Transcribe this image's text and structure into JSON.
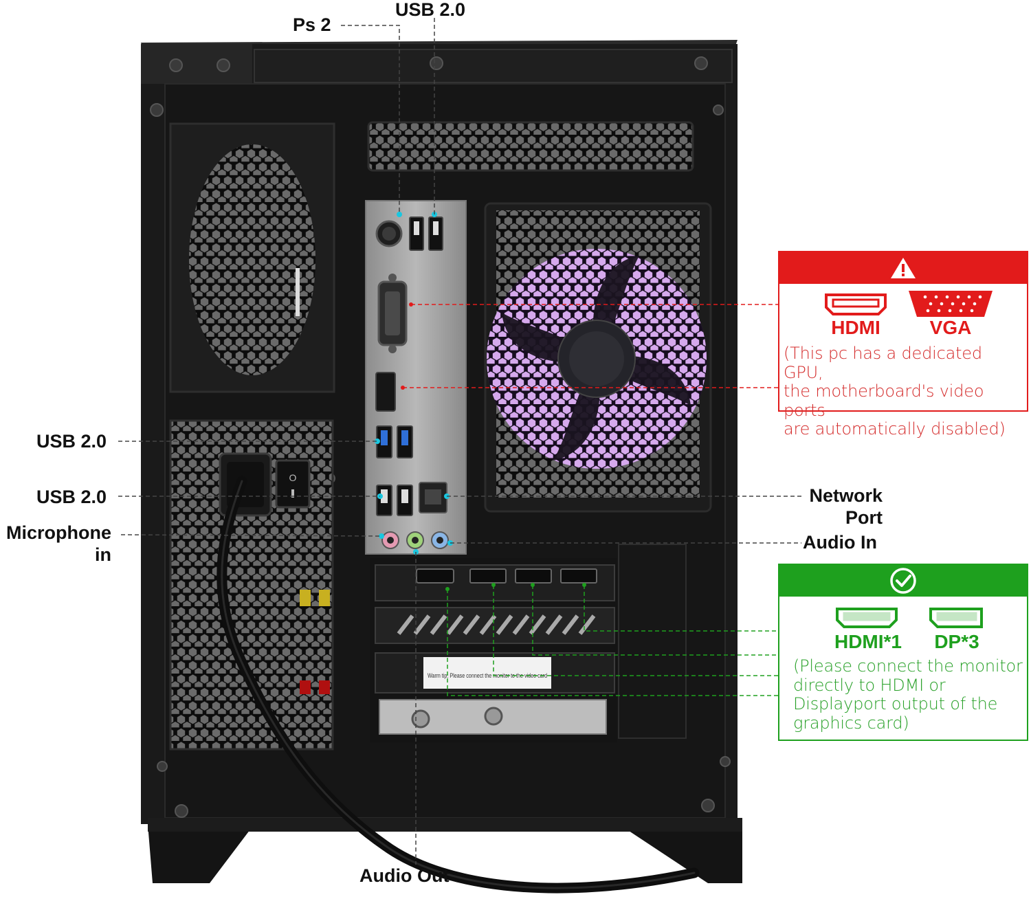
{
  "labels": {
    "ps2": "Ps 2",
    "usb_top": "USB 2.0",
    "usb_left_1": "USB 2.0",
    "usb_left_2": "USB 2.0",
    "microphone_line1": "Microphone",
    "microphone_line2": "in",
    "network_line1": "Network",
    "network_line2": "Port",
    "audio_in": "Audio In",
    "audio_out": "Audio Out"
  },
  "warning_box": {
    "icon": "warning-icon",
    "ports": [
      {
        "name": "HDMI",
        "icon": "hdmi-port-icon"
      },
      {
        "name": "VGA",
        "icon": "vga-port-icon"
      }
    ],
    "note_lines": [
      "(This pc has a dedicated GPU,",
      "the motherboard's video ports",
      "are automatically disabled)"
    ]
  },
  "ok_box": {
    "icon": "checkmark-icon",
    "ports": [
      {
        "name": "HDMI*1",
        "icon": "hdmi-port-icon"
      },
      {
        "name": "DP*3",
        "icon": "displayport-icon"
      }
    ],
    "note_lines": [
      "(Please connect the monitor",
      "directly to HDMI or",
      "Displayport output of the",
      "graphics card)"
    ]
  },
  "card_sticker": "Warm tip: Please connect the monitor to the video card",
  "colors": {
    "warning_red": "#e21b1b",
    "ok_green": "#1ea01e",
    "cable_cyan": "#19c7e0",
    "fan_glow": "#c77bff",
    "case_black": "#1a1a1a"
  }
}
